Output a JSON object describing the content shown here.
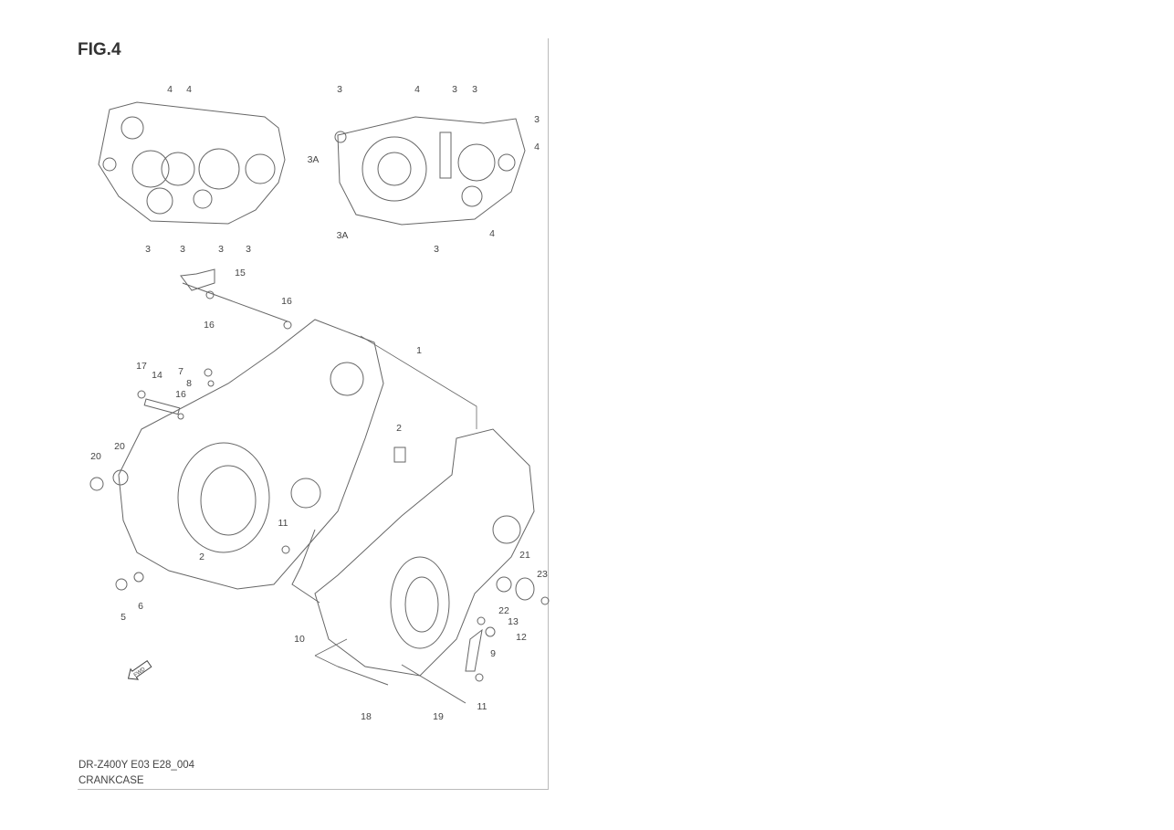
{
  "figure": {
    "title": "FIG.4",
    "model_code": "DR-Z400Y E03 E28_004",
    "caption": "CRANKCASE",
    "direction_marker": "FWD"
  },
  "callouts": [
    "4",
    "4",
    "3A",
    "3",
    "3",
    "3",
    "3",
    "3",
    "4",
    "3",
    "3",
    "3",
    "4",
    "3A",
    "3",
    "4",
    "15",
    "16",
    "16",
    "1",
    "17",
    "14",
    "7",
    "8",
    "16",
    "2",
    "20",
    "20",
    "11",
    "2",
    "5",
    "6",
    "10",
    "21",
    "23",
    "22",
    "13",
    "12",
    "9",
    "18",
    "19",
    "11"
  ]
}
